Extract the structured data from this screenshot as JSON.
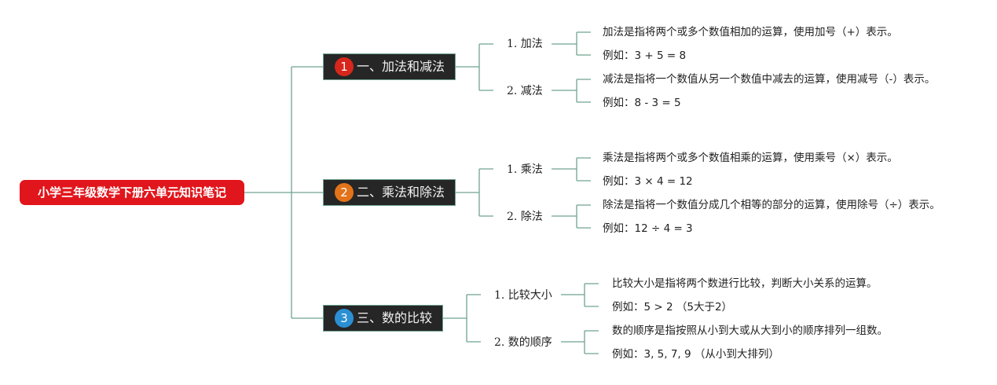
{
  "root": {
    "title": "小学三年级数学下册六单元知识笔记"
  },
  "colors": {
    "root_bg": "#e1161c",
    "branch_bg": "#262626",
    "line": "#6fa48f",
    "badge1": "#d7261b",
    "badge2": "#e2731a",
    "badge3": "#2b8fd2"
  },
  "branches": [
    {
      "number": "1",
      "label": "一、加法和减法",
      "children": [
        {
          "label": "1. 加法",
          "details": [
            "加法是指将两个或多个数值相加的运算，使用加号（+）表示。",
            "例如：3 + 5 = 8"
          ]
        },
        {
          "label": "2. 减法",
          "details": [
            "减法是指将一个数值从另一个数值中减去的运算，使用减号（-）表示。",
            "例如：8 - 3 = 5"
          ]
        }
      ]
    },
    {
      "number": "2",
      "label": "二、乘法和除法",
      "children": [
        {
          "label": "1. 乘法",
          "details": [
            "乘法是指将两个或多个数值相乘的运算，使用乘号（×）表示。",
            "例如：3 × 4 = 12"
          ]
        },
        {
          "label": "2. 除法",
          "details": [
            "除法是指将一个数值分成几个相等的部分的运算，使用除号（÷）表示。",
            "例如：12 ÷ 4 = 3"
          ]
        }
      ]
    },
    {
      "number": "3",
      "label": "三、数的比较",
      "children": [
        {
          "label": "1. 比较大小",
          "details": [
            "比较大小是指将两个数进行比较，判断大小关系的运算。",
            "例如：5 > 2 （5大于2）"
          ]
        },
        {
          "label": "2. 数的顺序",
          "details": [
            "数的顺序是指按照从小到大或从大到小的顺序排列一组数。",
            "例如：3, 5, 7, 9 （从小到大排列）"
          ]
        }
      ]
    }
  ]
}
